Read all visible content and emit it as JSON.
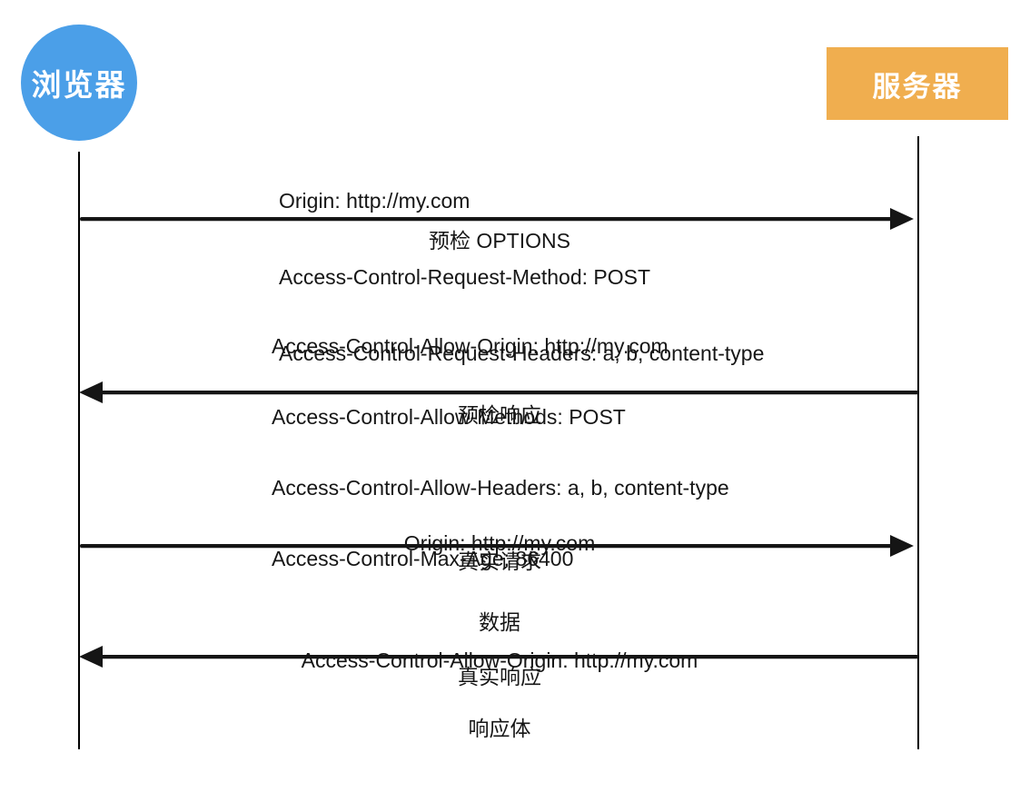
{
  "actors": {
    "browser": {
      "label": "浏览器",
      "shape": "circle"
    },
    "server": {
      "label": "服务器",
      "shape": "rectangle"
    }
  },
  "colors": {
    "browser_fill": "#4B9FE8",
    "server_fill": "#F0AE4F",
    "line": "#151515",
    "text": "#161616"
  },
  "messages": [
    {
      "direction": "right",
      "from": "browser",
      "to": "server",
      "headers": [
        "Origin: http://my.com",
        "Access-Control-Request-Method: POST",
        "Access-Control-Request-Headers: a, b, content-type"
      ],
      "label": "预检 OPTIONS"
    },
    {
      "direction": "left",
      "from": "server",
      "to": "browser",
      "headers": [
        "Access-Control-Allow-Origin: http://my.com",
        "Access-Control-Allow-Methods: POST",
        "Access-Control-Allow-Headers: a, b, content-type",
        "Access-Control-Max-Age: 86400"
      ],
      "label": "预检响应"
    },
    {
      "direction": "right",
      "from": "browser",
      "to": "server",
      "headers": [
        "Origin: http://my.com",
        "数据"
      ],
      "label": "真实请求"
    },
    {
      "direction": "left",
      "from": "server",
      "to": "browser",
      "headers": [
        "Access-Control-Allow-Origin: http://my.com",
        "响应体"
      ],
      "label": "真实响应"
    }
  ]
}
